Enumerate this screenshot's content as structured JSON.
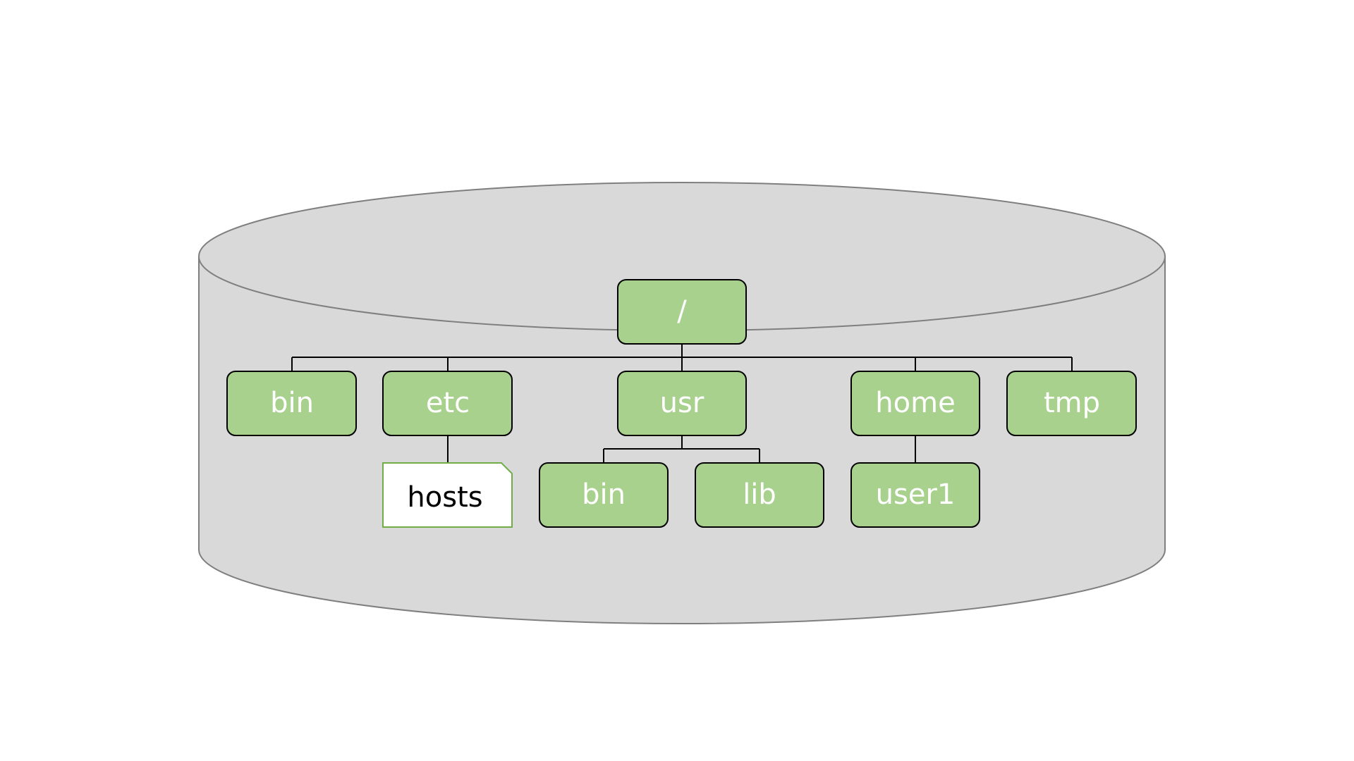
{
  "diagram": {
    "disk_fill": "#d9d9d9",
    "disk_stroke": "#7f7f7f",
    "dir_fill": "#a9d18e",
    "dir_stroke": "#000000",
    "dir_text_color": "#ffffff",
    "file_fill": "#ffffff",
    "file_stroke": "#70ad47",
    "file_text_color": "#000000",
    "nodes": {
      "root": {
        "label": "/",
        "kind": "directory"
      },
      "bin": {
        "label": "bin",
        "kind": "directory"
      },
      "etc": {
        "label": "etc",
        "kind": "directory"
      },
      "usr": {
        "label": "usr",
        "kind": "directory"
      },
      "home": {
        "label": "home",
        "kind": "directory"
      },
      "tmp": {
        "label": "tmp",
        "kind": "directory"
      },
      "hosts": {
        "label": "hosts",
        "kind": "file"
      },
      "usr_bin": {
        "label": "bin",
        "kind": "directory"
      },
      "usr_lib": {
        "label": "lib",
        "kind": "directory"
      },
      "user1": {
        "label": "user1",
        "kind": "directory"
      }
    },
    "edges": [
      [
        "root",
        "bin"
      ],
      [
        "root",
        "etc"
      ],
      [
        "root",
        "usr"
      ],
      [
        "root",
        "home"
      ],
      [
        "root",
        "tmp"
      ],
      [
        "etc",
        "hosts"
      ],
      [
        "usr",
        "usr_bin"
      ],
      [
        "usr",
        "usr_lib"
      ],
      [
        "home",
        "user1"
      ]
    ]
  }
}
